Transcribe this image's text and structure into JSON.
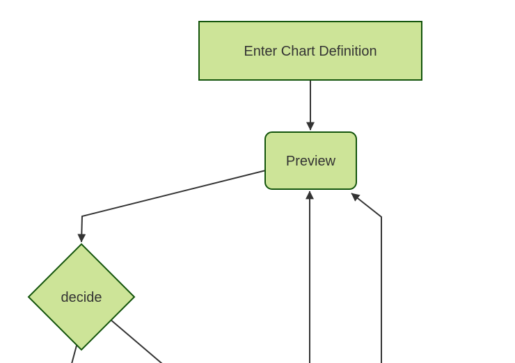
{
  "diagram": {
    "kind": "flowchart",
    "background_color": "#ffffff",
    "colors": {
      "node_fill": "#cde498",
      "node_border": "#13540c",
      "edge_line": "#333333",
      "arrowhead": "#333333",
      "label_text": "#333333"
    },
    "nodes": [
      {
        "id": "A",
        "label": "Enter Chart Definition",
        "shape": "rectangle"
      },
      {
        "id": "B",
        "label": "Preview",
        "shape": "rounded-rectangle"
      },
      {
        "id": "C",
        "label": "decide",
        "shape": "diamond"
      }
    ],
    "edges": [
      {
        "from": "Enter Chart Definition",
        "to": "Preview",
        "arrow": true
      },
      {
        "from": "Preview",
        "to": "decide",
        "arrow": true
      },
      {
        "from": "offscreen-bottom-center",
        "to": "Preview",
        "arrow": true
      },
      {
        "from": "offscreen-bottom-right",
        "to": "Preview",
        "arrow": true
      },
      {
        "from": "decide",
        "to": "offscreen-bottom-left",
        "arrow": false
      },
      {
        "from": "decide",
        "to": "offscreen-bottom-right",
        "arrow": false
      }
    ]
  }
}
